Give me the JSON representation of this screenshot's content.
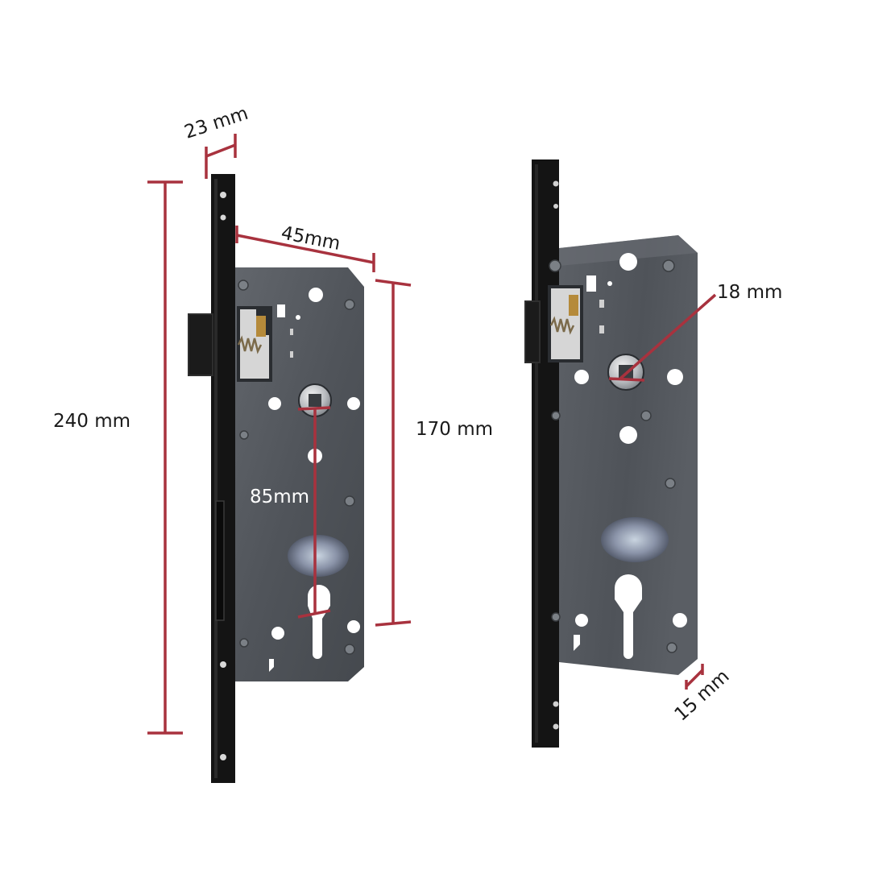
{
  "colors": {
    "dimension_line": "#a8323e",
    "faceplate": "#141414",
    "body_steel": "#55595f",
    "body_steel_dark": "#3e4247",
    "background": "#ffffff"
  },
  "dimensions": {
    "faceplate_width": "23 mm",
    "total_height": "240 mm",
    "backset_depth": "45mm",
    "body_height": "170 mm",
    "center_distance": "85mm",
    "spindle_square": "18 mm",
    "body_thickness": "15 mm"
  },
  "views": {
    "front": {
      "name": "lock-front-view"
    },
    "angled": {
      "name": "lock-angled-view"
    }
  }
}
